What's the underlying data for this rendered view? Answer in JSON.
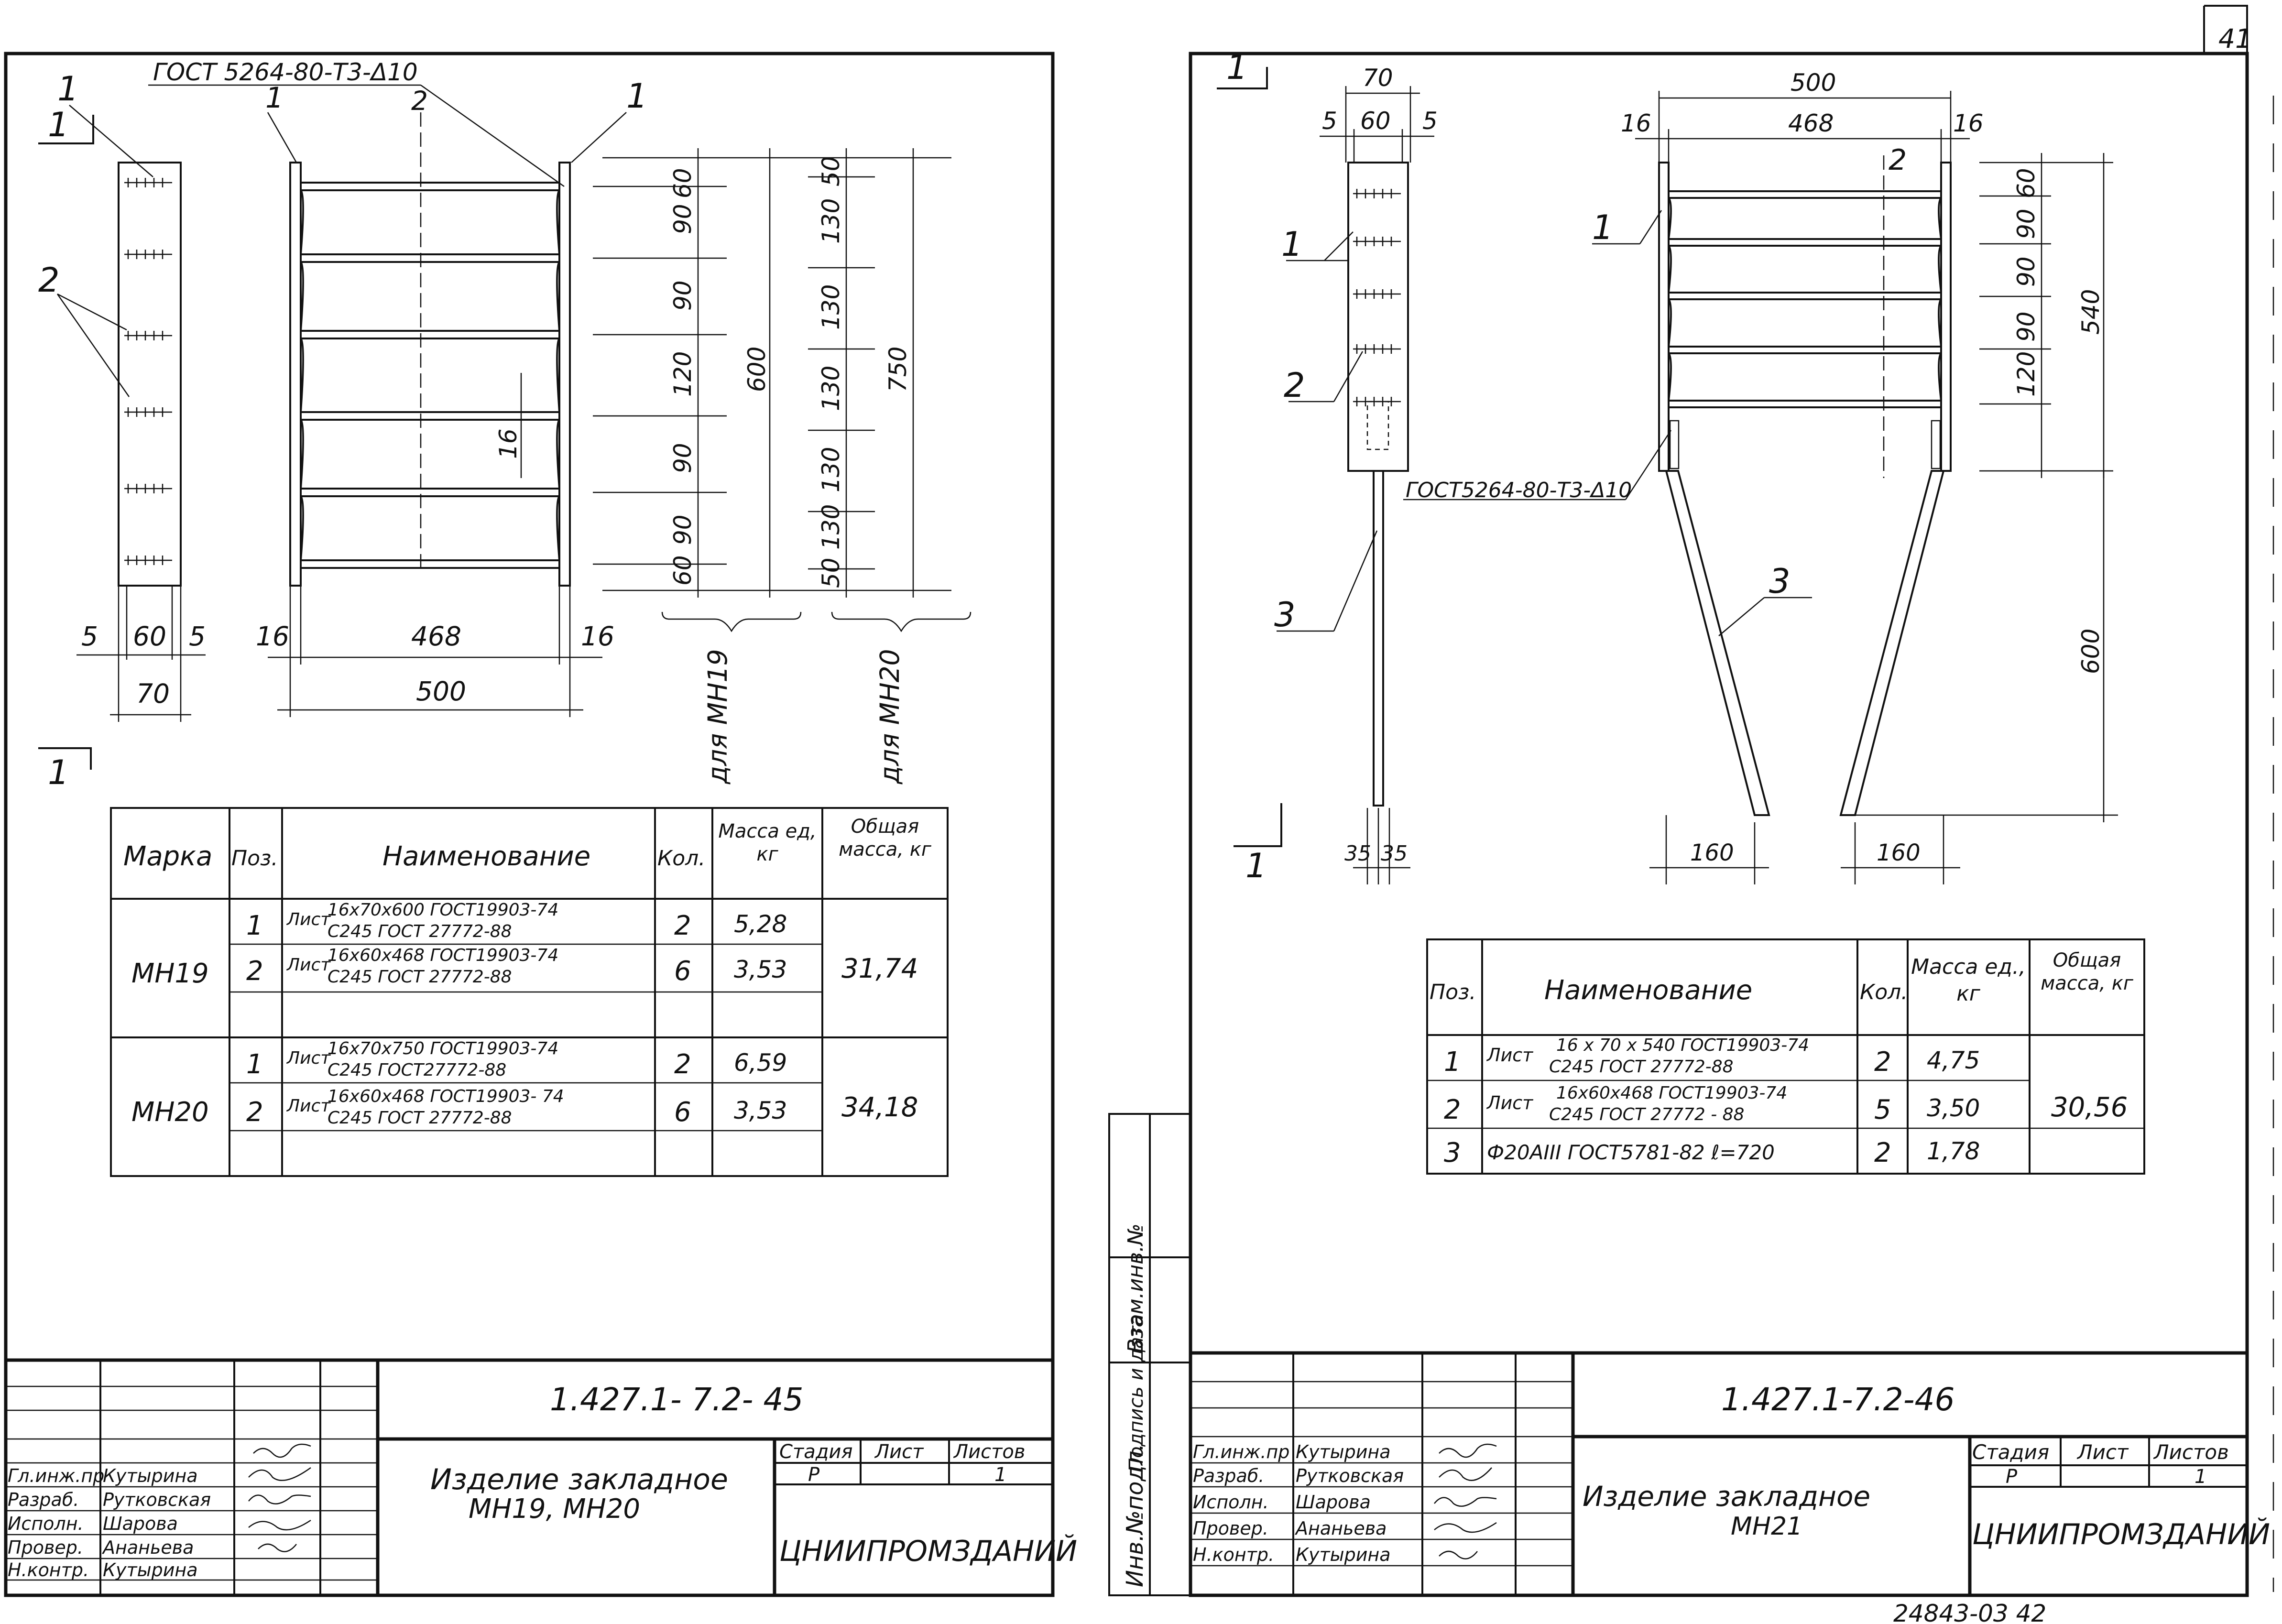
{
  "top_corner_sheet_number": "41",
  "bottom_stamp": "24843-03 42",
  "left_sheet": {
    "weld_note": "ГОСТ 5264-80-Т3-Δ10",
    "callouts": [
      "1",
      "1",
      "1",
      "2",
      "2"
    ],
    "section_mark": "1",
    "dims_plate": {
      "left": "5",
      "middle": "60",
      "right": "5",
      "total": "70"
    },
    "dims_front": {
      "left": "16",
      "middle": "468",
      "right": "16",
      "total": "500"
    },
    "dims_rod": "16",
    "dims_vert_mh19": [
      "60",
      "90",
      "90",
      "120",
      "90",
      "90",
      "60"
    ],
    "dims_vert_mh19_total": "600",
    "dims_vert_mh20": [
      "50",
      "130",
      "130",
      "130",
      "130",
      "130",
      "50"
    ],
    "dims_vert_mh20_total": "750",
    "label_mh19": "для МН19",
    "label_mh20": "для МН20",
    "table": {
      "headers": [
        "Марка",
        "Поз.",
        "Наименование",
        "Кол.",
        "Масса ед, кг",
        "Общая масса, кг"
      ],
      "groups": [
        {
          "mark": "МН19",
          "total": "31,74",
          "rows": [
            {
              "pos": "1",
              "prefix": "Лист",
              "line1": "16х70х600 ГОСТ19903-74",
              "line2": "С245 ГОСТ 27772-88",
              "qty": "2",
              "mass": "5,28"
            },
            {
              "pos": "2",
              "prefix": "Лист",
              "line1": "16х60х468 ГОСТ19903-74",
              "line2": "С245 ГОСТ 27772-88",
              "qty": "6",
              "mass": "3,53"
            }
          ]
        },
        {
          "mark": "МН20",
          "total": "34,18",
          "rows": [
            {
              "pos": "1",
              "prefix": "Лист",
              "line1": "16х70х750 ГОСТ19903-74",
              "line2": "С245 ГОСТ27772-88",
              "qty": "2",
              "mass": "6,59"
            },
            {
              "pos": "2",
              "prefix": "Лист",
              "line1": "16х60х468 ГОСТ19903- 74",
              "line2": "С245 ГОСТ 27772-88",
              "qty": "6",
              "mass": "3,53"
            }
          ]
        }
      ]
    },
    "title_block": {
      "doc_number": "1.427.1- 7.2- 45",
      "title_line1": "Изделие закладное",
      "title_line2": "МН19, МН20",
      "stage_header": "Стадия",
      "sheet_header": "Лист",
      "sheets_header": "Листов",
      "stage": "Р",
      "sheets": "1",
      "org": "ЦНИИПРОМЗДАНИЙ",
      "people": [
        {
          "role": "Гл.инж.пр",
          "name": "Кутырина"
        },
        {
          "role": "Разраб.",
          "name": "Рутковская"
        },
        {
          "role": "Исполн.",
          "name": "Шарова"
        },
        {
          "role": "Провер.",
          "name": "Ананьева"
        },
        {
          "role": "Н.контр.",
          "name": "Кутырина"
        }
      ]
    }
  },
  "right_sheet": {
    "weld_note": "ГОСТ5264-80-Т3-Δ10",
    "callouts": [
      "1",
      "1",
      "2",
      "2",
      "3",
      "3"
    ],
    "section_mark": "1",
    "dims_plate": {
      "total": "70",
      "left": "5",
      "middle": "60",
      "right": "5"
    },
    "dims_front": {
      "total": "500",
      "left": "16",
      "middle": "468",
      "right": "16"
    },
    "dims_vert": [
      "60",
      "90",
      "90",
      "90",
      "120"
    ],
    "dims_vert_total": "540",
    "dims_anchor": "600",
    "dims_bottom_left": "35",
    "dims_bottom_right": "35",
    "dims_spread_left": "160",
    "dims_spread_right": "160",
    "table": {
      "headers": [
        "Поз.",
        "Наименование",
        "Кол.",
        "Масса ед., кг",
        "Общая масса, кг"
      ],
      "total": "30,56",
      "rows": [
        {
          "pos": "1",
          "prefix": "Лист",
          "line1": "16 х 70 х 540 ГОСТ19903-74",
          "line2": "С245 ГОСТ 27772-88",
          "qty": "2",
          "mass": "4,75"
        },
        {
          "pos": "2",
          "prefix": "Лист",
          "line1": "16х60х468 ГОСТ19903-74",
          "line2": "С245 ГОСТ 27772 - 88",
          "qty": "5",
          "mass": "3,50"
        },
        {
          "pos": "3",
          "prefix": "",
          "line1": "Ф20АIII ГОСТ5781-82 ℓ=720",
          "line2": "",
          "qty": "2",
          "mass": "1,78"
        }
      ]
    },
    "side_stamp": [
      "Инв.№подл.",
      "Подпись и дата",
      "Взам.инв.№"
    ],
    "title_block": {
      "doc_number": "1.427.1-7.2-46",
      "title_line1": "Изделие закладное",
      "title_line2": "МН21",
      "stage_header": "Стадия",
      "sheet_header": "Лист",
      "sheets_header": "Листов",
      "stage": "Р",
      "sheets": "1",
      "org": "ЦНИИПРОМЗДАНИЙ",
      "people": [
        {
          "role": "Гл.инж.пр",
          "name": "Кутырина"
        },
        {
          "role": "Разраб.",
          "name": "Рутковская"
        },
        {
          "role": "Исполн.",
          "name": "Шарова"
        },
        {
          "role": "Провер.",
          "name": "Ананьева"
        },
        {
          "role": "Н.контр.",
          "name": "Кутырина"
        }
      ]
    }
  }
}
